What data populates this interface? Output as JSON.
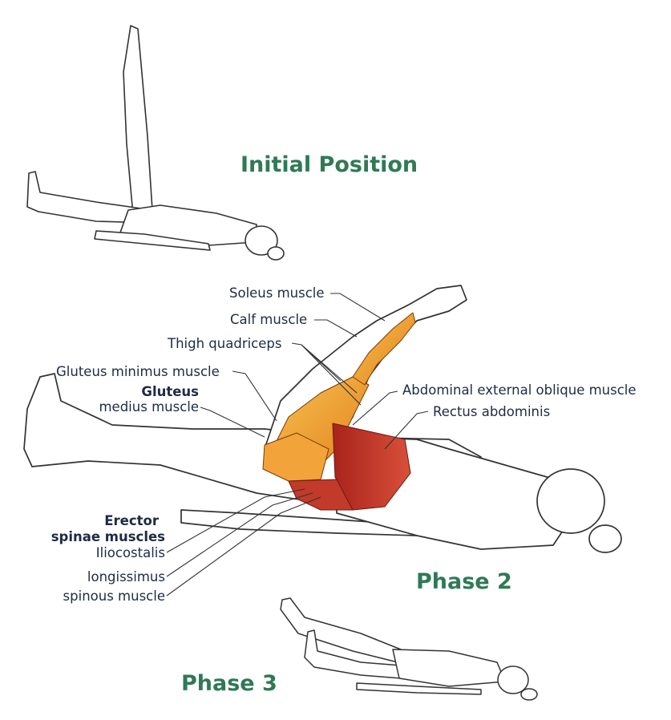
{
  "titles": {
    "initial": "Initial Position",
    "phase2": "Phase 2",
    "phase3": "Phase 3"
  },
  "labels": {
    "soleus": "Soleus muscle",
    "calf": "Calf muscle",
    "thigh": "Thigh quadriceps",
    "glute_min": "Gluteus minimus muscle",
    "glute_med_1": "Gluteus",
    "glute_med_2": "medius muscle",
    "abd_oblique": "Abdominal external oblique muscle",
    "rectus": "Rectus abdominis",
    "erector_1": "Erector",
    "erector_2": "spinae muscles",
    "iliocostalis": "Iliocostalis",
    "longissimus": "longissimus",
    "spinous": "spinous muscle"
  },
  "colors": {
    "title_green": "#2f7a55",
    "label_navy": "#1f2b44",
    "muscle_orange": "#f0a030",
    "muscle_red": "#c23a2a",
    "outline": "#333333"
  }
}
